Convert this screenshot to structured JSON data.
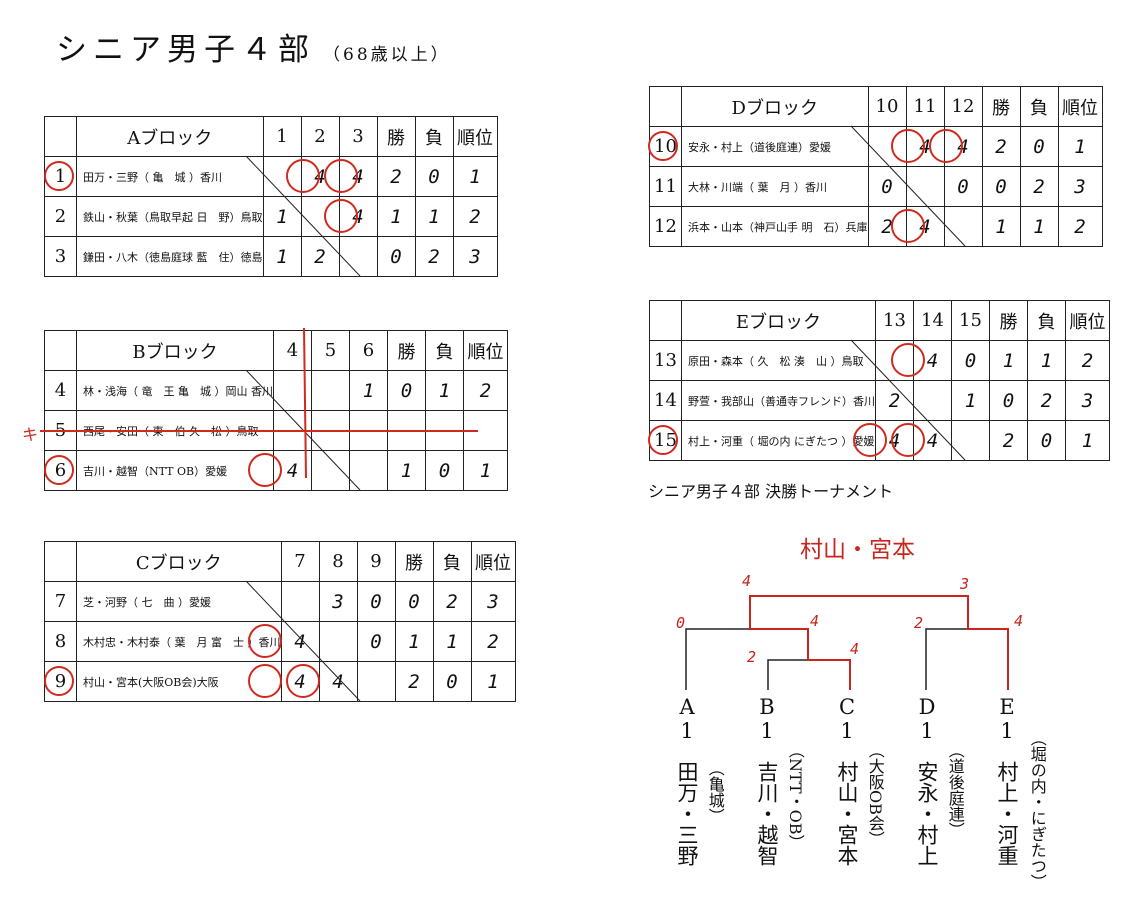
{
  "title": {
    "main": "シニア男子４部",
    "sub": "（68歳以上）"
  },
  "labels": {
    "win": "勝",
    "loss": "負",
    "rank": "順位"
  },
  "blocks": {
    "A": {
      "name": "Aブロック",
      "cols": [
        "1",
        "2",
        "3"
      ],
      "rows": [
        {
          "no": "1",
          "name": "田万・三野（ 亀　城 ）香川",
          "cells": [
            "",
            "4",
            "4"
          ],
          "w": "2",
          "l": "0",
          "r": "1"
        },
        {
          "no": "2",
          "name": "鉄山・秋葉（鳥取早起 日　野）鳥取",
          "cells": [
            "1",
            "",
            "4"
          ],
          "w": "1",
          "l": "1",
          "r": "2"
        },
        {
          "no": "3",
          "name": "鎌田・八木（徳島庭球 藍　住）徳島",
          "cells": [
            "1",
            "2",
            ""
          ],
          "w": "0",
          "l": "2",
          "r": "3"
        }
      ]
    },
    "B": {
      "name": "Bブロック",
      "cols": [
        "4",
        "5",
        "6"
      ],
      "rows": [
        {
          "no": "4",
          "name": "林・浅海（ 竜　王 亀　城 ）岡山 香川",
          "cells": [
            "",
            "",
            "1"
          ],
          "w": "0",
          "l": "1",
          "r": "2"
        },
        {
          "no": "5",
          "name": "西尾・安田（ 東　伯 久　松 ）鳥取",
          "cells": [
            "",
            "",
            ""
          ],
          "w": "",
          "l": "",
          "r": ""
        },
        {
          "no": "6",
          "name": "吉川・越智（NTT OB）愛媛",
          "cells": [
            "4",
            "",
            ""
          ],
          "w": "1",
          "l": "0",
          "r": "1"
        }
      ]
    },
    "C": {
      "name": "Cブロック",
      "cols": [
        "7",
        "8",
        "9"
      ],
      "rows": [
        {
          "no": "7",
          "name": "芝・河野（ 七　曲 ）愛媛",
          "cells": [
            "",
            "3",
            "0"
          ],
          "w": "0",
          "l": "2",
          "r": "3"
        },
        {
          "no": "8",
          "name": "木村忠・木村泰（ 葉　月 富　士 ）香川",
          "cells": [
            "4",
            "",
            "0"
          ],
          "w": "1",
          "l": "1",
          "r": "2"
        },
        {
          "no": "9",
          "name": "村山・宮本(大阪OB会)大阪",
          "cells": [
            "4",
            "4",
            ""
          ],
          "w": "2",
          "l": "0",
          "r": "1"
        }
      ]
    },
    "D": {
      "name": "Dブロック",
      "cols": [
        "10",
        "11",
        "12"
      ],
      "rows": [
        {
          "no": "10",
          "name": "安永・村上（道後庭連）愛媛",
          "cells": [
            "",
            "4",
            "4"
          ],
          "w": "2",
          "l": "0",
          "r": "1"
        },
        {
          "no": "11",
          "name": "大林・川端（ 葉　月 ）香川",
          "cells": [
            "0",
            "",
            "0"
          ],
          "w": "0",
          "l": "2",
          "r": "3"
        },
        {
          "no": "12",
          "name": "浜本・山本（神戸山手 明　石）兵庫",
          "cells": [
            "2",
            "4",
            ""
          ],
          "w": "1",
          "l": "1",
          "r": "2"
        }
      ]
    },
    "E": {
      "name": "Eブロック",
      "cols": [
        "13",
        "14",
        "15"
      ],
      "rows": [
        {
          "no": "13",
          "name": "原田・森本（ 久　松 湊　山 ）鳥取",
          "cells": [
            "",
            "4",
            "0"
          ],
          "w": "1",
          "l": "1",
          "r": "2"
        },
        {
          "no": "14",
          "name": "野萱・我部山（善通寺フレンド）香川",
          "cells": [
            "2",
            "",
            "1"
          ],
          "w": "0",
          "l": "2",
          "r": "3"
        },
        {
          "no": "15",
          "name": "村上・河重（ 堀の内 にぎたつ ）愛媛",
          "cells": [
            "4",
            "4",
            ""
          ],
          "w": "2",
          "l": "0",
          "r": "1"
        }
      ]
    }
  },
  "tournament": {
    "title": "シニア男子４部 決勝トーナメント",
    "winner": "村山・宮本",
    "scores": {
      "final_left": "4",
      "final_right": "3",
      "a": "0",
      "bc_top": "4",
      "b": "2",
      "c": "4",
      "d": "2",
      "e": "4"
    },
    "entries": [
      {
        "code": "A",
        "rank": "1",
        "players": "田万・三野",
        "club": "（亀城）"
      },
      {
        "code": "B",
        "rank": "1",
        "players": "吉川・越智",
        "club": "（NTT・OB）"
      },
      {
        "code": "C",
        "rank": "1",
        "players": "村山・宮本",
        "club": "（大阪OB会）"
      },
      {
        "code": "D",
        "rank": "1",
        "players": "安永・村上",
        "club": "（道後庭連）"
      },
      {
        "code": "E",
        "rank": "1",
        "players": "村上・河重",
        "club": "（堀の内・にぎたつ）"
      }
    ]
  },
  "annotations": {
    "withdraw_mark": "キ"
  },
  "colors": {
    "ink": "#111111",
    "red_pen": "#c8261d"
  }
}
